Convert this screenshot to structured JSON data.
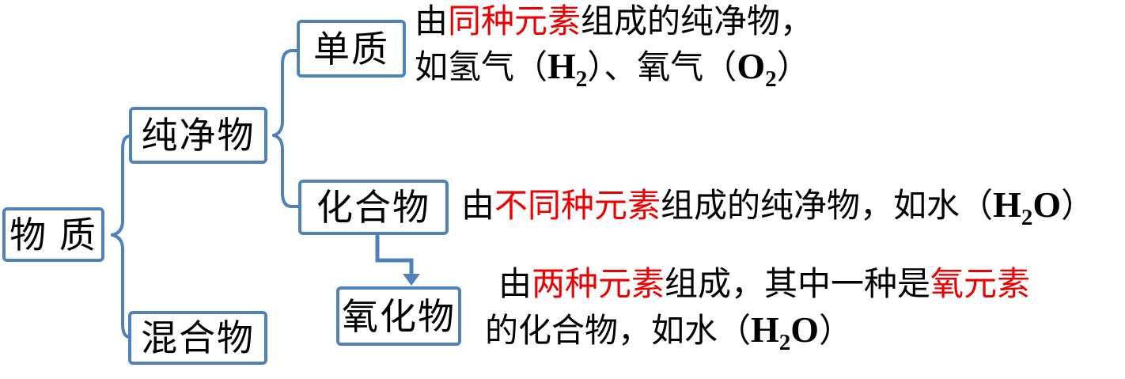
{
  "colors": {
    "box_border": "#4f81bd",
    "connector": "#4f81bd",
    "highlight_red": "#ee0000",
    "text_black": "#000000",
    "background": "#ffffff"
  },
  "nodes": {
    "matter": {
      "label": "物 质"
    },
    "pure": {
      "label": "纯净物"
    },
    "mixture": {
      "label": "混合物"
    },
    "element": {
      "label": "单质"
    },
    "compound": {
      "label": "化合物"
    },
    "oxide": {
      "label": "氧化物"
    }
  },
  "descriptions": {
    "element": {
      "p1": "由",
      "r1": "同种元素",
      "p2": "组成的纯净物，",
      "p3": "如氢气（",
      "f1": "H",
      "f1sub": "2",
      "p4": "）、氧气（",
      "f2": "O",
      "f2sub": "2",
      "p5": "）"
    },
    "compound": {
      "p1": "由",
      "r1": "不同种元素",
      "p2": "组成的纯净物，如水（",
      "f1": "H",
      "f1sub": "2",
      "f2": "O",
      "p3": "）"
    },
    "oxide": {
      "p1": "由",
      "r1": "两种元素",
      "p2": "组成，其中一种是",
      "r2": "氧元素",
      "p3": "的化合物，如水（",
      "f1": "H",
      "f1sub": "2",
      "f2": "O",
      "p4": "）"
    }
  }
}
